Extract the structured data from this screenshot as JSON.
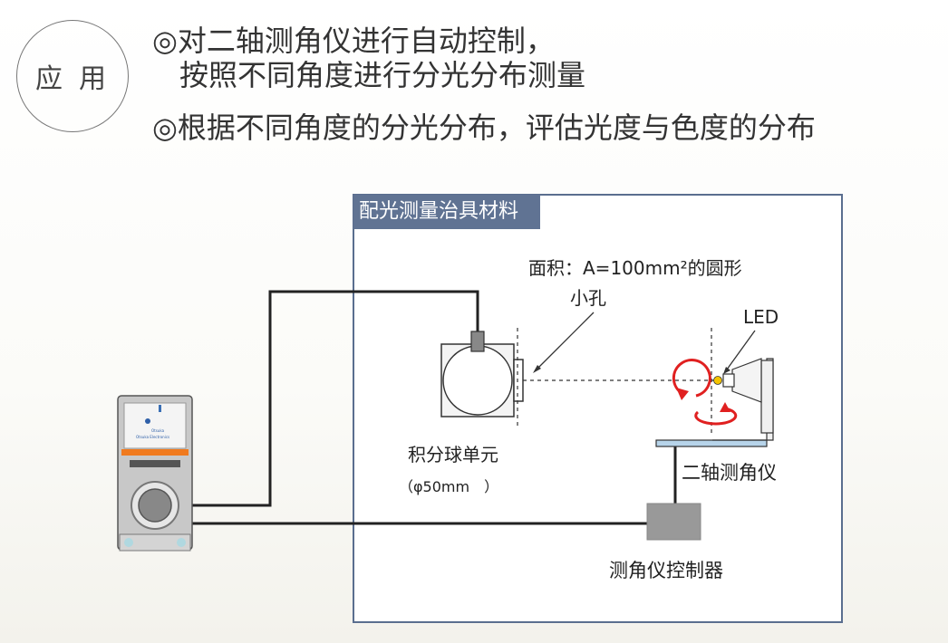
{
  "header": {
    "badge": "应用",
    "line1": "◎对二轴测角仪进行自动控制，",
    "line2": "按照不同角度进行分光分布测量",
    "line3": "◎根据不同角度的分光分布，评估光度与色度的分布"
  },
  "diagram": {
    "box_title": "配光测量治具材料",
    "area_label": "面积：A=100mm²的圆形",
    "pinhole_label": "小孔",
    "led_label": "LED",
    "sphere_label": "积分球单元",
    "sphere_size": "（φ50mm　）",
    "goniometer_label": "二轴测角仪",
    "controller_label": "测角仪控制器",
    "device_brand": "Otsuka",
    "device_brand_full": "Otsuka Electronics"
  },
  "colors": {
    "box_title_bg": "#607393",
    "box_border": "#5a6e8f",
    "rotation_arrows": "#e02020",
    "device_stripe": "#f07a1e",
    "controller": "#999999"
  }
}
